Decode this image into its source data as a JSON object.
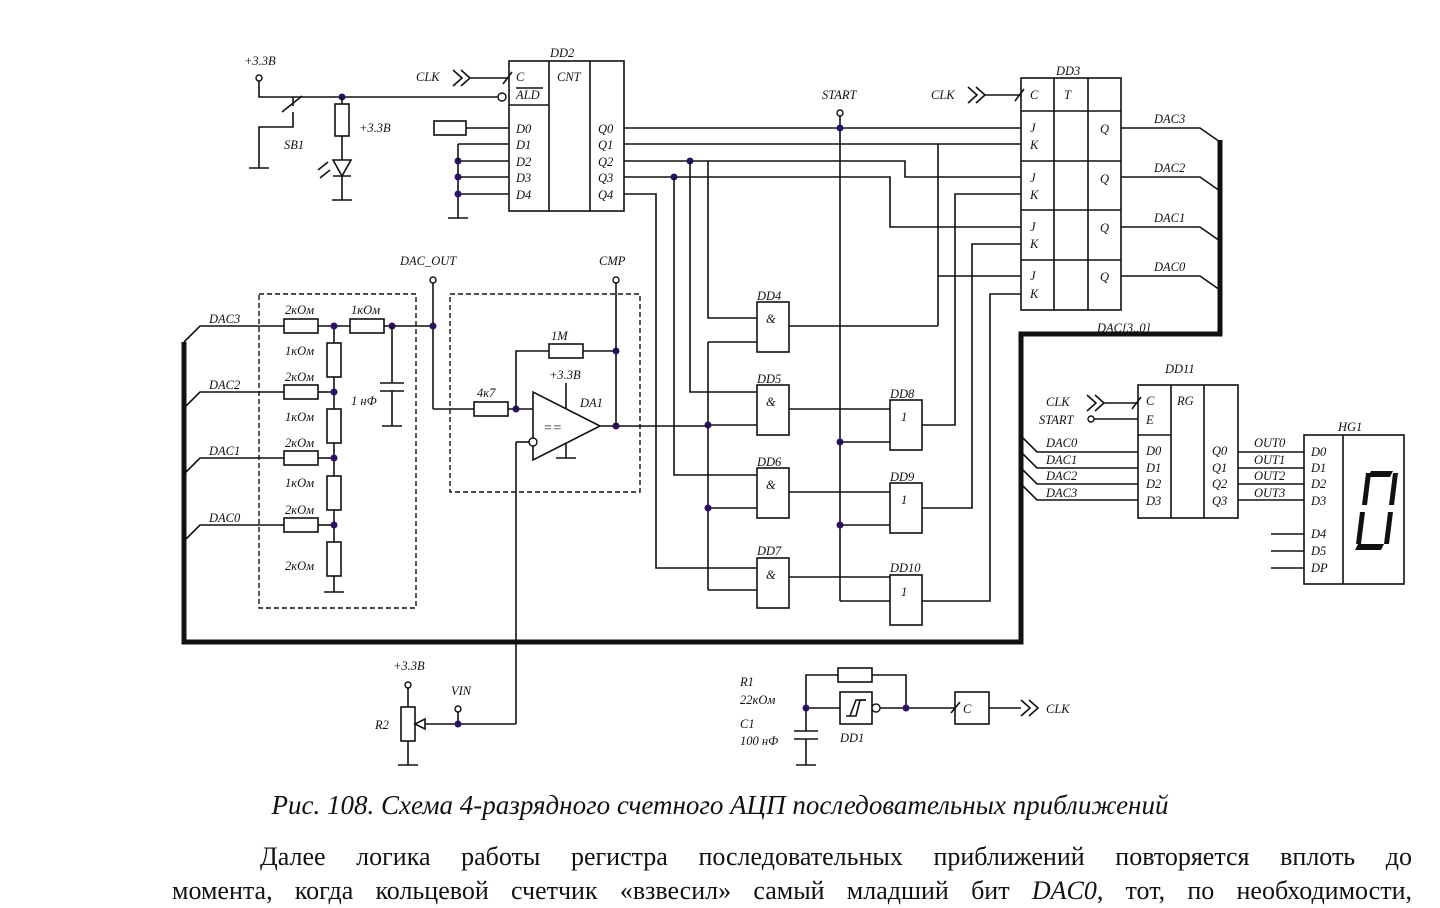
{
  "figure": {
    "caption": "Рис. 108. Схема 4-разрядного счетного АЦП последовательных приближений"
  },
  "body_text": {
    "line1": "Далее логика работы регистра последовательных приближений повторяется вплоть до",
    "line2_a": "момента, когда кольцевой счетчик «взвесил» самый младший бит ",
    "line2_em": "DAC0",
    "line2_b": ", тот, по необходимости,"
  },
  "labels": {
    "vcc": "+3.3В",
    "sb1": "SB1",
    "clk": "CLK",
    "start": "START",
    "dac_out": "DAC_OUT",
    "cmp": "CMP",
    "vin": "VIN",
    "dac_bus": "DAC[3..0]",
    "r1": "R1",
    "r1_val": "22кОм",
    "c1": "C1",
    "c1_val": "100 нФ",
    "r2": "R2",
    "dd1": "DD1",
    "da1": "DA1",
    "r_fb": "1М",
    "r_in": "4к7",
    "c_filter": "1 нФ",
    "r_2k": "2кОм",
    "r_1k": "1кОм"
  },
  "chips": {
    "dd2": {
      "name": "DD2",
      "type": "CNT",
      "clock": "C",
      "load": "ALD",
      "inputs": [
        "D0",
        "D1",
        "D2",
        "D3",
        "D4"
      ],
      "outputs": [
        "Q0",
        "Q1",
        "Q2",
        "Q3",
        "Q4"
      ]
    },
    "dd3": {
      "name": "DD3",
      "type": "T",
      "clock": "C",
      "j": "J",
      "k": "K",
      "q": "Q",
      "outputs": [
        "DAC3",
        "DAC2",
        "DAC1",
        "DAC0"
      ]
    },
    "and_gates": [
      {
        "name": "DD4",
        "sym": "&"
      },
      {
        "name": "DD5",
        "sym": "&"
      },
      {
        "name": "DD6",
        "sym": "&"
      },
      {
        "name": "DD7",
        "sym": "&"
      }
    ],
    "or_gates": [
      {
        "name": "DD8",
        "sym": "1"
      },
      {
        "name": "DD9",
        "sym": "1"
      },
      {
        "name": "DD10",
        "sym": "1"
      }
    ],
    "dd11": {
      "name": "DD11",
      "type": "RG",
      "clock": "C",
      "enable": "E",
      "inputs": [
        "D0",
        "D1",
        "D2",
        "D3"
      ],
      "outputs": [
        "Q0",
        "Q1",
        "Q2",
        "Q3"
      ],
      "in_nets": [
        "DAC0",
        "DAC1",
        "DAC2",
        "DAC3"
      ],
      "out_nets": [
        "OUT0",
        "OUT1",
        "OUT2",
        "OUT3"
      ]
    },
    "hg1": {
      "name": "HG1",
      "inputs": [
        "D0",
        "D1",
        "D2",
        "D3",
        "D4",
        "D5",
        "DP"
      ],
      "digit": "0"
    },
    "dd1_clk": {
      "name": "C"
    }
  }
}
